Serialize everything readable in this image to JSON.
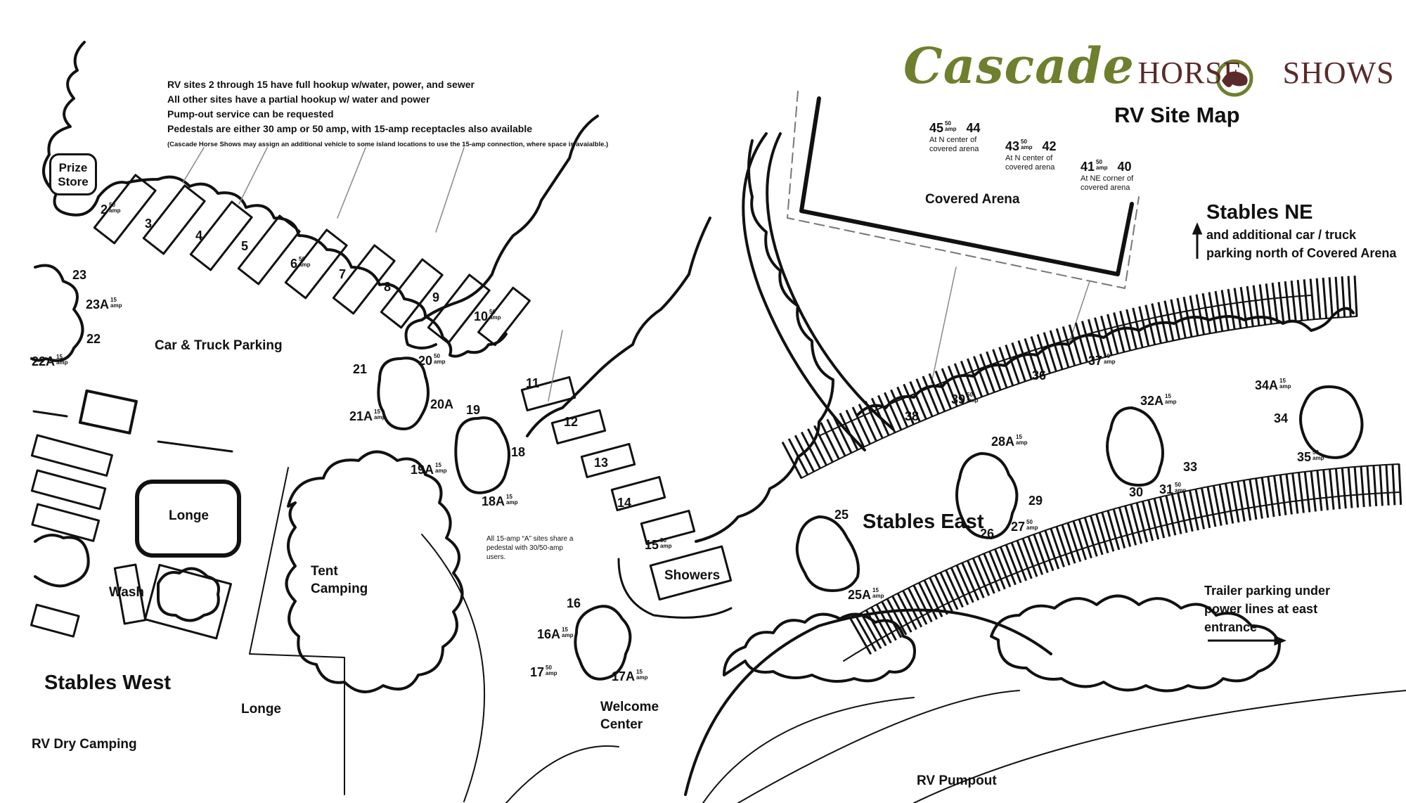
{
  "header": {
    "logo_word": "Cascade",
    "logo_rest_1": "HORSE",
    "logo_rest_2": "SHOWS",
    "map_title": "RV Site Map"
  },
  "notes": [
    "RV sites 2 through 15 have full hookup w/water, power, and sewer",
    "All other sites have a partial hookup w/ water and power",
    "Pump-out service can be requested",
    "Pedestals are either 30 amp or 50 amp, with 15-amp receptacles also available"
  ],
  "note_small": "(Cascade Horse Shows may assign an additional vehicle to some island locations to use the 15-amp connection, where space is avaialble.)",
  "shared_note": "All 15-amp “A” sites share a pedestal with 30/50-amp users.",
  "places": {
    "prize_store_1": "Prize",
    "prize_store_2": "Store",
    "car_truck_parking": "Car & Truck Parking",
    "longe_1": "Longe",
    "longe_2": "Longe",
    "wash": "Wash",
    "tent_camping_1": "Tent",
    "tent_camping_2": "Camping",
    "stables_west": "Stables West",
    "rv_dry_camping": "RV Dry Camping",
    "welcome_center_1": "Welcome",
    "welcome_center_2": "Center",
    "showers": "Showers",
    "covered_arena": "Covered Arena",
    "stables_east": "Stables East",
    "stables_ne": "Stables NE",
    "stables_ne_sub_1": "and additional car / truck",
    "stables_ne_sub_2": "parking north of Covered Arena",
    "trailer_1": "Trailer parking under",
    "trailer_2": "power lines at east",
    "trailer_3": "entrance",
    "rv_pumpout": "RV Pumpout"
  },
  "amps": {
    "a50": "50",
    "a15": "15",
    "unit": "amp"
  },
  "sites": {
    "s2": "2",
    "s3": "3",
    "s4": "4",
    "s5": "5",
    "s6": "6",
    "s7": "7",
    "s8": "8",
    "s9": "9",
    "s10": "10",
    "s11": "11",
    "s12": "12",
    "s13": "13",
    "s14": "14",
    "s15": "15",
    "s16": "16",
    "s16a": "16A",
    "s17": "17",
    "s17a": "17A",
    "s18": "18",
    "s18a": "18A",
    "s19": "19",
    "s19a": "19A",
    "s20": "20",
    "s20a": "20A",
    "s21": "21",
    "s21a": "21A",
    "s22": "22",
    "s22a": "22A",
    "s23": "23",
    "s23a": "23A",
    "s25": "25",
    "s25a": "25A",
    "s26": "26",
    "s27": "27",
    "s28a": "28A",
    "s29": "29",
    "s30": "30",
    "s31": "31",
    "s32a": "32A",
    "s33": "33",
    "s34": "34",
    "s34a": "34A",
    "s35": "35",
    "s36": "36",
    "s37": "37",
    "s38": "38",
    "s39": "39",
    "s40": "40",
    "s41": "41",
    "s42": "42",
    "s43": "43",
    "s44": "44",
    "s45": "45"
  },
  "arena_notes": {
    "n45_1": "At N center of",
    "n45_2": "covered arena",
    "n43_1": "At N center of",
    "n43_2": "covered arena",
    "n41_1": "At NE corner of",
    "n41_2": "covered arena"
  },
  "colors": {
    "logo_green": "#6e7f2e",
    "logo_brown": "#5b2a2a",
    "ink": "#111111"
  }
}
